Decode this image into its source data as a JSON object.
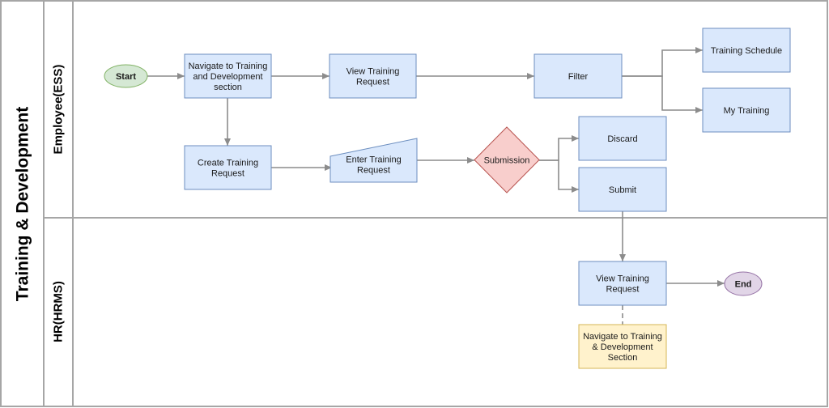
{
  "pool": {
    "title": "Training & Development"
  },
  "lanes": [
    {
      "id": "ess",
      "label": "Employee(ESS)"
    },
    {
      "id": "hrms",
      "label": "HR(HRMS)"
    }
  ],
  "colors": {
    "border": "#a6a6a6",
    "edge": "#8c8c8c",
    "process_fill": "#dae8fc",
    "process_stroke": "#6c8ebf",
    "start_fill": "#d5e8d4",
    "start_stroke": "#82b366",
    "decision_fill": "#f8cecc",
    "decision_stroke": "#b85450",
    "end_fill": "#e1d5e7",
    "end_stroke": "#9673a6",
    "note_fill": "#fff2cc",
    "note_stroke": "#d6b656"
  },
  "nodes": [
    {
      "id": "start",
      "shape": "ellipse",
      "style": "start",
      "bold": true,
      "lines": [
        "Start"
      ]
    },
    {
      "id": "navigate_ess",
      "shape": "rect",
      "style": "process",
      "lines": [
        "Navigate to Training",
        "and Development",
        "section"
      ]
    },
    {
      "id": "view_request_ess",
      "shape": "rect",
      "style": "process",
      "lines": [
        "View Training",
        "Request"
      ]
    },
    {
      "id": "filter",
      "shape": "rect",
      "style": "process",
      "lines": [
        "Filter"
      ]
    },
    {
      "id": "training_schedule",
      "shape": "rect",
      "style": "process",
      "lines": [
        "Training Schedule"
      ]
    },
    {
      "id": "my_training",
      "shape": "rect",
      "style": "process",
      "lines": [
        "My Training"
      ]
    },
    {
      "id": "create_request",
      "shape": "rect",
      "style": "process",
      "lines": [
        "Create Training",
        "Request"
      ]
    },
    {
      "id": "enter_request",
      "shape": "manual-input",
      "style": "process",
      "lines": [
        "Enter Training",
        "Request"
      ]
    },
    {
      "id": "submission",
      "shape": "diamond",
      "style": "decision",
      "lines": [
        "Submission"
      ]
    },
    {
      "id": "discard",
      "shape": "rect",
      "style": "process",
      "lines": [
        "Discard"
      ]
    },
    {
      "id": "submit",
      "shape": "rect",
      "style": "process",
      "lines": [
        "Submit"
      ]
    },
    {
      "id": "view_request_hr",
      "shape": "rect",
      "style": "process",
      "lines": [
        "View Training",
        "Request"
      ]
    },
    {
      "id": "end",
      "shape": "ellipse",
      "style": "end",
      "bold": true,
      "lines": [
        "End"
      ]
    },
    {
      "id": "navigate_hr",
      "shape": "rect",
      "style": "note",
      "lines": [
        "Navigate to Training",
        "& Development",
        "Section"
      ]
    }
  ],
  "edges": [
    {
      "id": "start-to-navigate",
      "from": "start",
      "to": "navigate_ess",
      "dashed": false,
      "arrow": true
    },
    {
      "id": "navigate-to-view",
      "from": "navigate_ess",
      "to": "view_request_ess",
      "dashed": false,
      "arrow": true
    },
    {
      "id": "view-to-filter",
      "from": "view_request_ess",
      "to": "filter",
      "dashed": false,
      "arrow": true
    },
    {
      "id": "filter-to-schedule",
      "from": "filter",
      "to": "training_schedule",
      "dashed": false,
      "arrow": true
    },
    {
      "id": "filter-to-my-training",
      "from": "filter",
      "to": "my_training",
      "dashed": false,
      "arrow": true
    },
    {
      "id": "navigate-to-create",
      "from": "navigate_ess",
      "to": "create_request",
      "dashed": false,
      "arrow": true
    },
    {
      "id": "create-to-enter",
      "from": "create_request",
      "to": "enter_request",
      "dashed": false,
      "arrow": true
    },
    {
      "id": "enter-to-submission",
      "from": "enter_request",
      "to": "submission",
      "dashed": false,
      "arrow": true
    },
    {
      "id": "submission-to-discard",
      "from": "submission",
      "to": "discard",
      "dashed": false,
      "arrow": true
    },
    {
      "id": "submission-to-submit",
      "from": "submission",
      "to": "submit",
      "dashed": false,
      "arrow": true
    },
    {
      "id": "submit-to-hr-view",
      "from": "submit",
      "to": "view_request_hr",
      "dashed": false,
      "arrow": true
    },
    {
      "id": "hr-view-to-end",
      "from": "view_request_hr",
      "to": "end",
      "dashed": false,
      "arrow": true
    },
    {
      "id": "hr-view-to-navigate",
      "from": "view_request_hr",
      "to": "navigate_hr",
      "dashed": true,
      "arrow": false
    }
  ]
}
